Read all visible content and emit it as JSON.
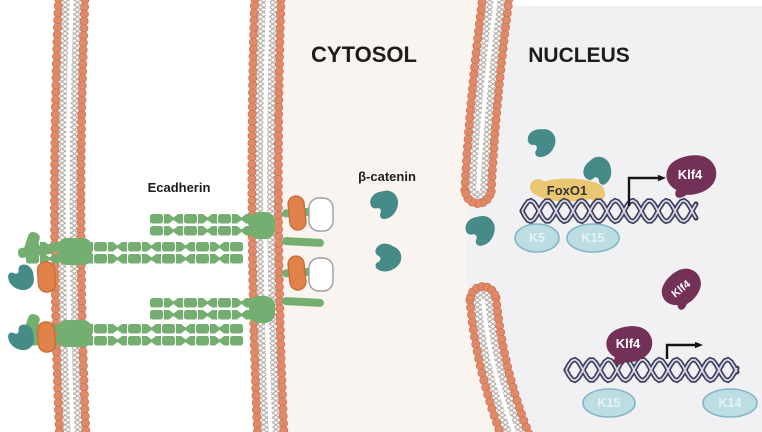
{
  "regions": {
    "cytosol": "CYTOSOL",
    "nucleus": "NUCLEUS"
  },
  "annotations": {
    "ecadherin": "Ecadherin",
    "beta_catenin": "β-catenin"
  },
  "nucleus_top": {
    "foxo1": "FoxO1",
    "klf4": "Klf4",
    "gene_k5": "K5",
    "gene_k15": "K15"
  },
  "nucleus_free": {
    "klf4": "Klf4"
  },
  "nucleus_bottom": {
    "klf4": "Klf4",
    "gene_k15": "K15",
    "gene_k14": "K14"
  },
  "colors": {
    "background": "#ffffff",
    "cytosol_bg": "#faf4f0",
    "nucleus_bg": "#f1f1f3",
    "membrane_head": "#e18a69",
    "membrane_head_outline": "#c9704f",
    "membrane_tails": "#b4aaa4",
    "cadherin_green": "#75ae71",
    "catenin_teal": "#478b89",
    "catenin_orange": "#e0824a",
    "catenin_orange_outline": "#c76f38",
    "white_blob": "#ffffff",
    "white_blob_outline": "#9e9e9e",
    "foxo1_gold": "#ebc673",
    "foxo1_text": "#333333",
    "klf4_maroon": "#743157",
    "klf4_text": "#ffffff",
    "gene_fill": "#bcdde2",
    "gene_outline": "#85b5c6",
    "gene_text": "#eef7f8",
    "dna": "#3b3b5a",
    "dna_light": "#d9d9e6",
    "arrow": "#141414",
    "label_text": "#1d1d1d"
  }
}
